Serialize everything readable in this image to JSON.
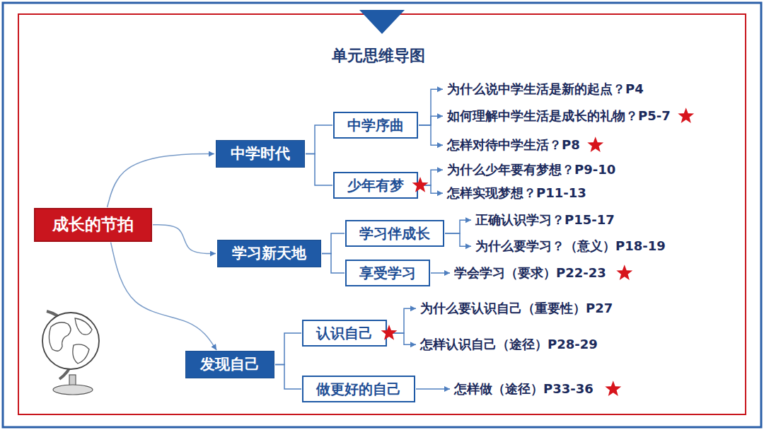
{
  "diagram": {
    "title": "单元思维导图",
    "nodes": [
      {
        "text": [
          "成长的节拍"
        ]
      },
      {
        "text": [
          "中学时代"
        ]
      },
      {
        "text": [
          "中学序曲"
        ]
      },
      {
        "text": [
          "为什么说中学生活是新的起点？P4"
        ]
      },
      {
        "text": [
          "如何理解中学生活是成长的礼物？P5-7"
        ]
      },
      {
        "text": [
          "怎样对待中学生活？P8"
        ]
      },
      {
        "text": [
          "少年有梦"
        ]
      },
      {
        "text": [
          "为什么少年要有梦想？P9-10"
        ]
      },
      {
        "text": [
          "怎样实现梦想？P11-13"
        ]
      },
      {
        "text": [
          "学习新天地"
        ]
      },
      {
        "text": [
          "学习伴成长"
        ]
      },
      {
        "text": [
          "正确认识学习？P15-17"
        ]
      },
      {
        "text": [
          "为什么要学习？（意义）P18-19"
        ]
      },
      {
        "text": [
          "享受学习"
        ]
      },
      {
        "text": [
          "学会学习（要求）P22-23"
        ]
      },
      {
        "text": [
          "发现自己"
        ]
      },
      {
        "text": [
          "认识自己"
        ]
      },
      {
        "text": [
          "为什么要认识自己（重要性）P27"
        ]
      },
      {
        "text": [
          "怎样认识自己（途径）P28-29"
        ]
      },
      {
        "text": [
          "做更好的自己"
        ]
      },
      {
        "text": [
          "怎样做（途径）P33-36"
        ]
      }
    ],
    "edges": [
      {
        "from": 0,
        "to": 1,
        "arrow": "to"
      },
      {
        "from": 0,
        "to": 9,
        "arrow": "to"
      },
      {
        "from": 0,
        "to": 15,
        "arrow": "to"
      },
      {
        "from": 1,
        "to": 2,
        "arrow": "none"
      },
      {
        "from": 1,
        "to": 6,
        "arrow": "none"
      },
      {
        "from": 2,
        "to": 3,
        "arrow": "to"
      },
      {
        "from": 2,
        "to": 4,
        "arrow": "to"
      },
      {
        "from": 2,
        "to": 5,
        "arrow": "to"
      },
      {
        "from": 6,
        "to": 7,
        "arrow": "to"
      },
      {
        "from": 6,
        "to": 8,
        "arrow": "to"
      },
      {
        "from": 9,
        "to": 10,
        "arrow": "none"
      },
      {
        "from": 9,
        "to": 13,
        "arrow": "none"
      },
      {
        "from": 10,
        "to": 11,
        "arrow": "to"
      },
      {
        "from": 10,
        "to": 12,
        "arrow": "to"
      },
      {
        "from": 13,
        "to": 14,
        "arrow": "to"
      },
      {
        "from": 15,
        "to": 16,
        "arrow": "none"
      },
      {
        "from": 15,
        "to": 19,
        "arrow": "none"
      },
      {
        "from": 16,
        "to": 17,
        "arrow": "to"
      },
      {
        "from": 16,
        "to": 18,
        "arrow": "to"
      },
      {
        "from": 19,
        "to": 20,
        "arrow": "to"
      }
    ]
  }
}
